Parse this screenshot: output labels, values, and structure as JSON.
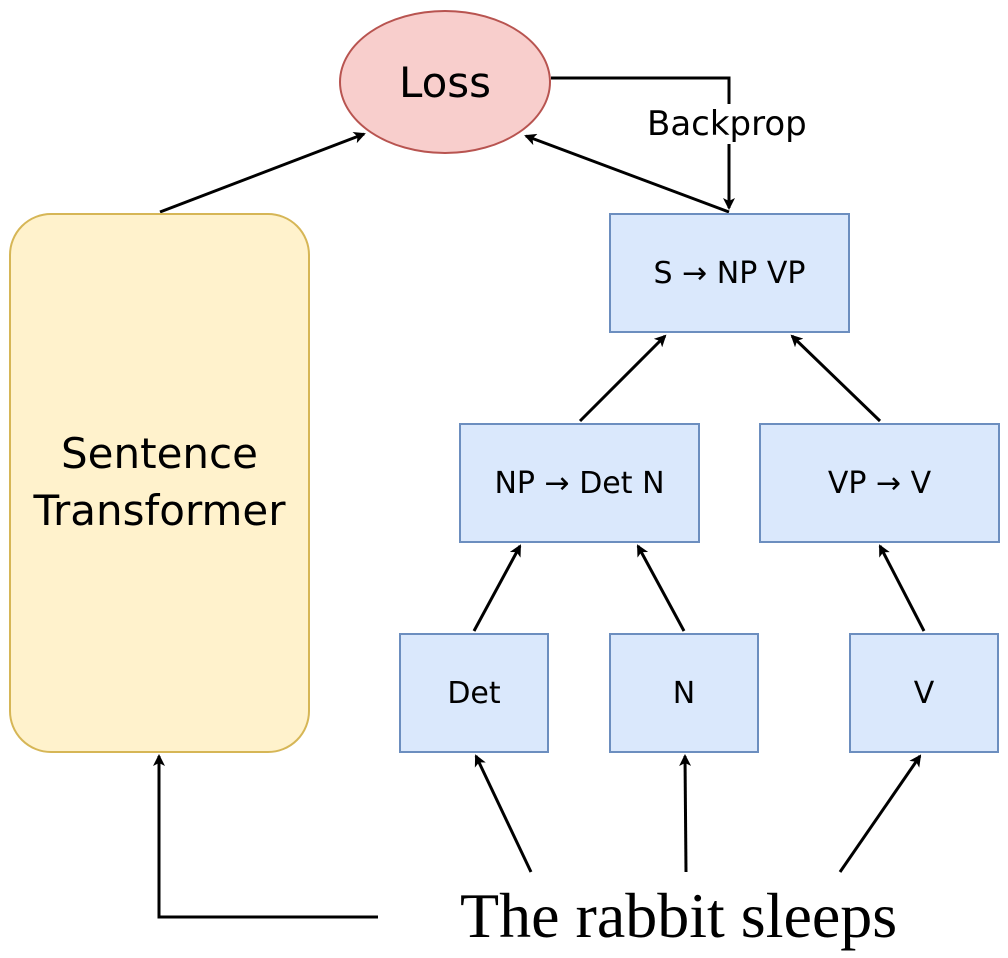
{
  "nodes": {
    "loss": "Loss",
    "sentence_transformer_line1": "Sentence",
    "sentence_transformer_line2": "Transformer",
    "rule_s": "S → NP VP",
    "rule_np": "NP → Det N",
    "rule_vp": "VP → V",
    "leaf_det": "Det",
    "leaf_n": "N",
    "leaf_v": "V"
  },
  "labels": {
    "backprop": "Backprop"
  },
  "input_sentence": "The rabbit sleeps",
  "colors": {
    "loss_fill": "#f8cecc",
    "loss_border": "#b85450",
    "transformer_fill": "#fff2cc",
    "transformer_border": "#d6b656",
    "rule_fill": "#dae8fc",
    "rule_border": "#6c8ebf",
    "edge": "#000000"
  }
}
